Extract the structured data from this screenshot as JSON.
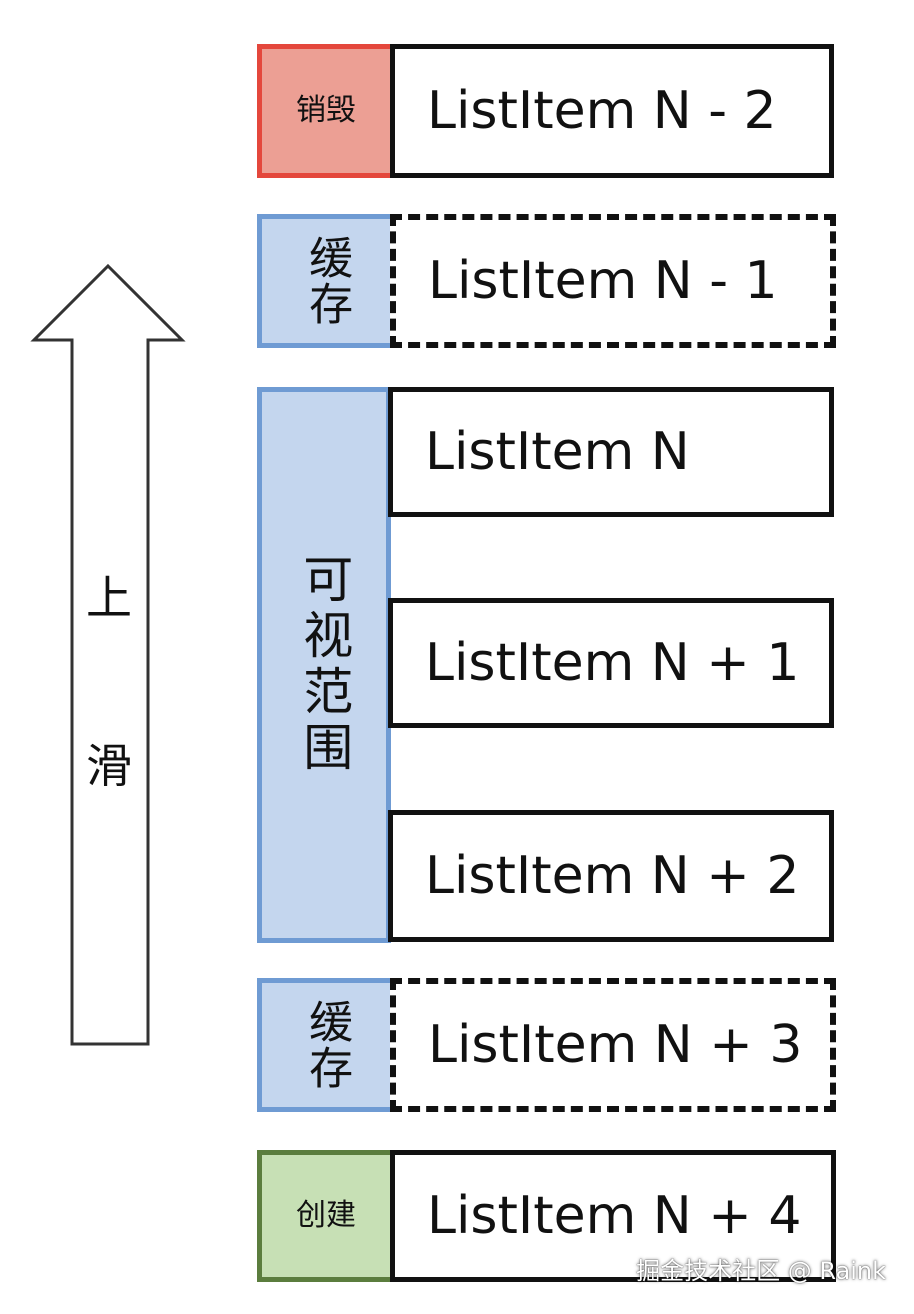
{
  "arrow": {
    "label_line1": "上",
    "label_line2": "滑"
  },
  "rows": {
    "destroy": {
      "tag": "销毁",
      "item": "ListItem N - 2"
    },
    "cache_top": {
      "tag": "缓存",
      "item": "ListItem N - 1"
    },
    "visible": {
      "tag": "可视范围",
      "items": [
        "ListItem N",
        "ListItem N + 1",
        "ListItem N + 2"
      ]
    },
    "cache_bottom": {
      "tag": "缓存",
      "item": "ListItem N + 3"
    },
    "create": {
      "tag": "创建",
      "item": "ListItem N + 4"
    }
  },
  "watermark": "掘金技术社区 @ Raink",
  "colors": {
    "destroy_fill": "#ec9f94",
    "destroy_border": "#e4473c",
    "cache_fill": "#c4d6ee",
    "cache_border": "#6f9bd3",
    "create_fill": "#c7e0b5",
    "create_border": "#5b7d3e"
  }
}
